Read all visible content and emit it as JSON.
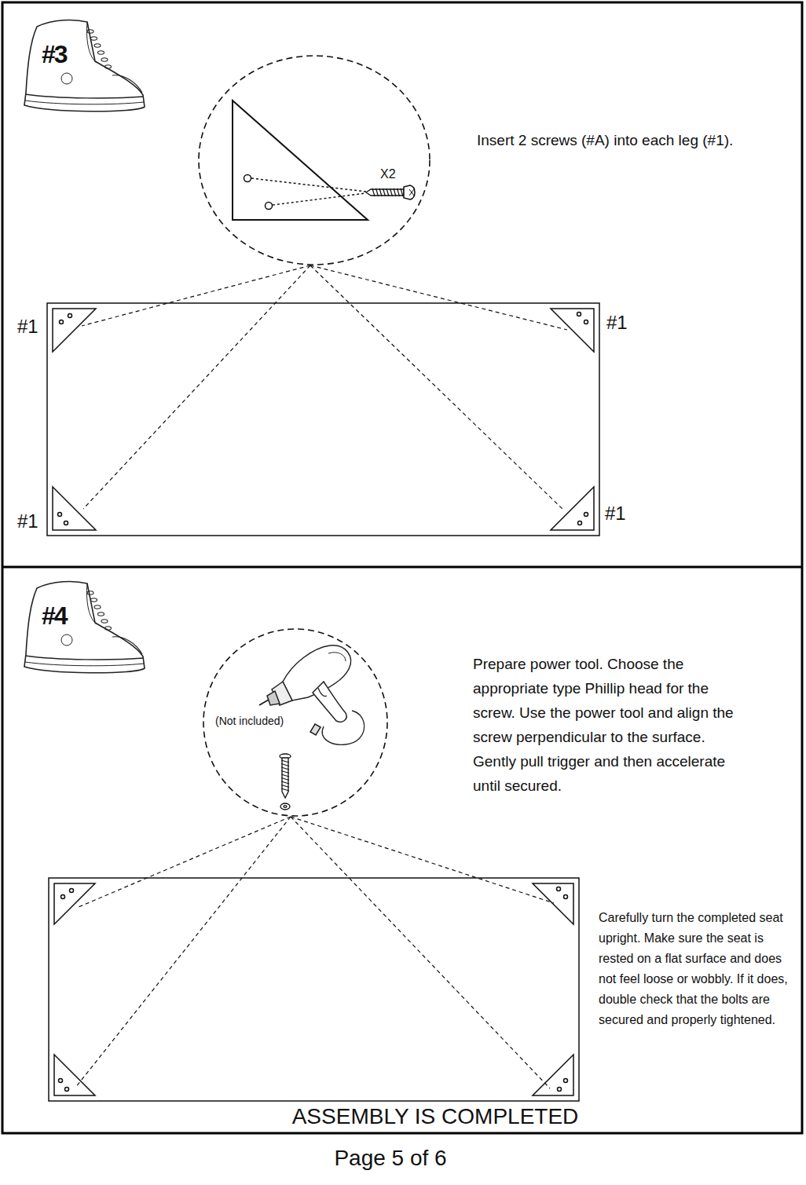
{
  "diagram": {
    "nodes": [
      {
        "text": [
          "X2"
        ]
      },
      {
        "text": [
          "(Not included)"
        ]
      }
    ],
    "labels": [
      "#3",
      "Insert 2 screws (#A) into each leg (#1).",
      "#1",
      "#1",
      "#1",
      "#1",
      "#4",
      "Prepare power tool. Choose the appropriate type Phillip head for the screw. Use the power tool and align the screw perpendicular to the surface. Gently pull trigger and then accelerate until secured.",
      "Carefully turn the completed seat upright. Make sure the seat is rested on a flat surface and does not feel loose or wobbly. If it does, double check that the bolts are secured and properly tightened.",
      "ASSEMBLY IS COMPLETED",
      "Page 5 of 6"
    ]
  }
}
